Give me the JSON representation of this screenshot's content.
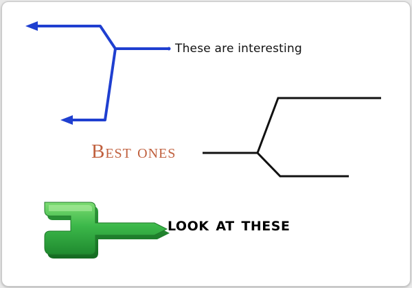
{
  "labels": {
    "interesting": "These are interesting",
    "best": "Best ones",
    "look": "look at these"
  },
  "colors": {
    "blue_arrow": "#1f3fd0",
    "black_bracket": "#111111",
    "green_bracket": "#3cb84a",
    "green_dark": "#1f7a2a",
    "best_text": "#c0603e"
  },
  "icons": {
    "blue": "branching-arrow-icon",
    "black": "bracket-connector-icon",
    "green": "3d-bracket-arrow-icon"
  }
}
